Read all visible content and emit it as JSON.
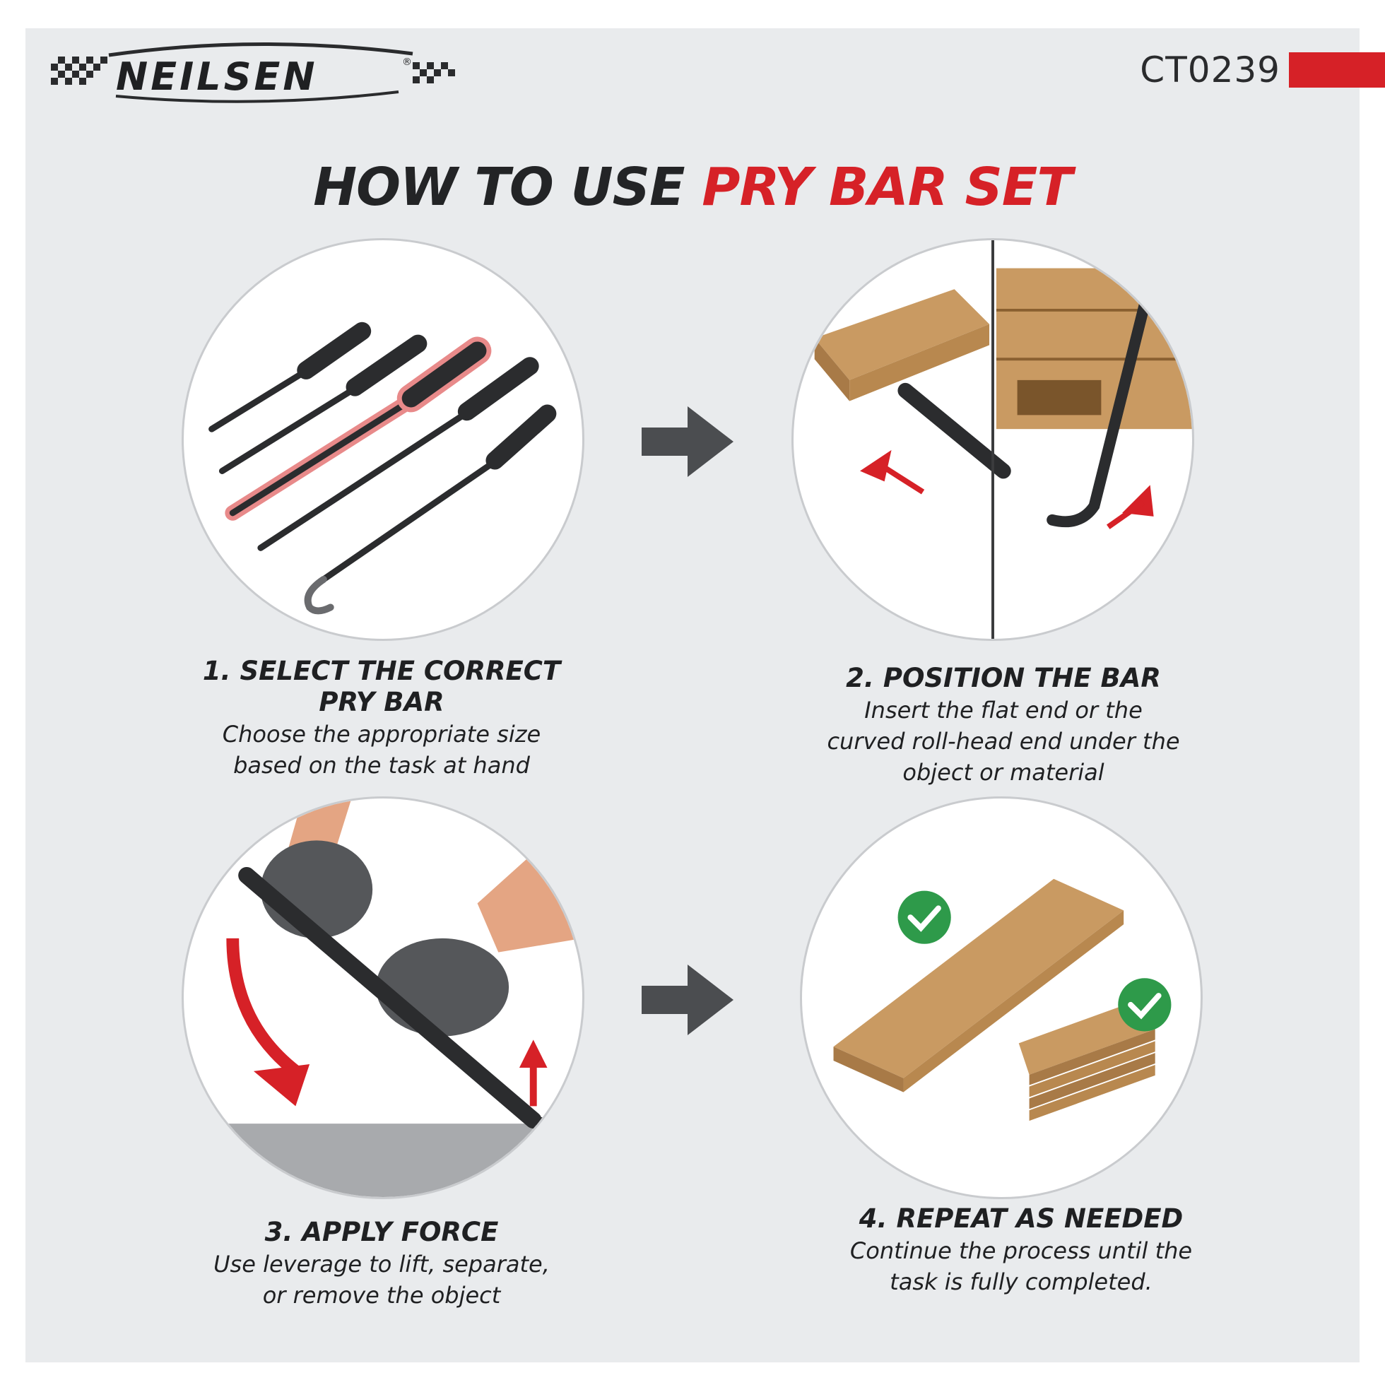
{
  "brand": {
    "name": "NEILSEN",
    "registered": "®"
  },
  "product_code": "CT0239",
  "title": {
    "part1": "HOW TO USE",
    "part2": "PRY BAR SET"
  },
  "colors": {
    "accent": "#d62127",
    "dark": "#232426",
    "panel": "#e9ebed",
    "check": "#2e9a4a"
  },
  "steps": [
    {
      "heading_line1": "1. SELECT THE CORRECT",
      "heading_line2": "PRY BAR",
      "desc_line1": "Choose the appropriate size",
      "desc_line2": "based on the task at hand"
    },
    {
      "heading_line1": "2. POSITION THE BAR",
      "desc_line1": "Insert the flat end or the",
      "desc_line2": "curved roll-head end under the",
      "desc_line3": "object or material"
    },
    {
      "heading_line1": "3. APPLY FORCE",
      "desc_line1": "Use leverage to lift, separate,",
      "desc_line2": "or remove the object"
    },
    {
      "heading_line1": "4. REPEAT AS NEEDED",
      "desc_line1": "Continue the process until the",
      "desc_line2": "task is fully completed."
    }
  ],
  "icons": [
    "checkered-flag-icon",
    "arrow-right-icon",
    "check-circle-icon",
    "red-arrow-icon"
  ]
}
